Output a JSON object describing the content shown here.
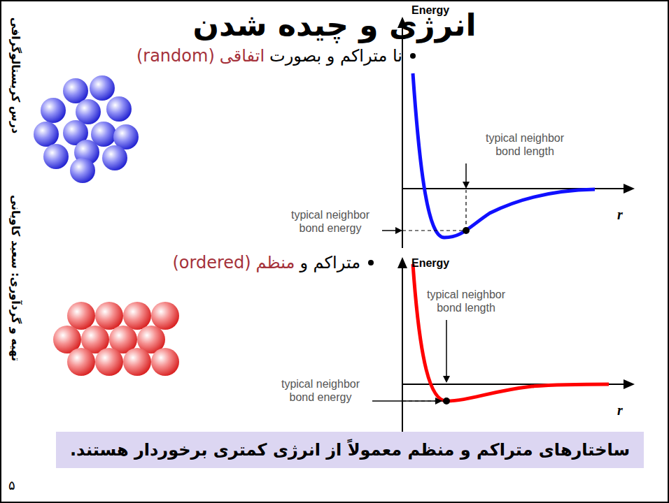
{
  "diagram": {
    "title": "انرژی و چیده شدن",
    "nodes": [
      {
        "text": [
          "ساختارهای متراکم و منظم معمولاً از انرژی کمتری برخوردار هستند."
        ]
      }
    ],
    "labels": [
      "درس کریستالوگرافی",
      "تهیه و گردآوری: سعید کاویانی",
      "۵",
      "نا متراکم و بصورت",
      "اتفاقی",
      "(random)",
      "Energy",
      "typical neighbor bond length",
      "typical neighbor bond energy",
      "r",
      "متراکم و",
      "منظم",
      "(ordered)",
      "Energy",
      "typical neighbor bond length",
      "typical neighbor bond energy",
      "r"
    ]
  }
}
